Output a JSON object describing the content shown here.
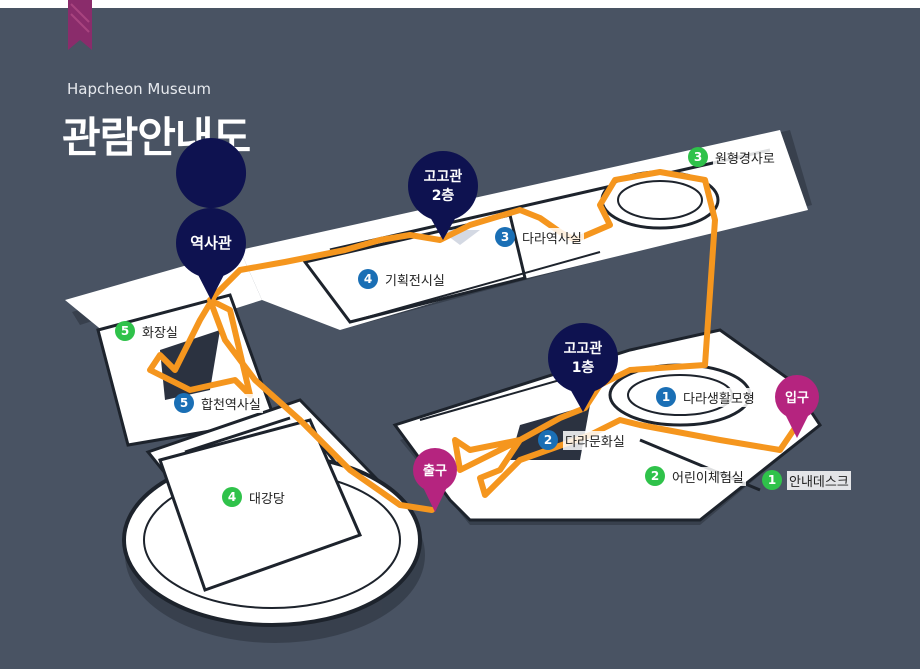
{
  "header": {
    "subtitle": "Hapcheon Museum",
    "title": "관람안내도"
  },
  "colors": {
    "background": "#495363",
    "route": "#f5961e",
    "floor_pin": "#0e1250",
    "entry_pin": "#b5247f",
    "bookmark": "#8a2c6b",
    "badge_blue": "#1a6fb5",
    "badge_green": "#2fc24a"
  },
  "pins": {
    "history_hall": "역사관",
    "gogo_2f_line1": "고고관",
    "gogo_2f_line2": "2층",
    "gogo_1f_line1": "고고관",
    "gogo_1f_line2": "1층",
    "entrance": "입구",
    "exit": "출구"
  },
  "labels": {
    "restroom": {
      "num": "5",
      "text": "화장실",
      "color": "green"
    },
    "hapcheon_history_room": {
      "num": "5",
      "text": "합천역사실",
      "color": "blue"
    },
    "auditorium": {
      "num": "4",
      "text": "대강당",
      "color": "green"
    },
    "special_exhibition_room": {
      "num": "4",
      "text": "기획전시실",
      "color": "blue"
    },
    "dara_history_room": {
      "num": "3",
      "text": "다라역사실",
      "color": "blue"
    },
    "circular_slope": {
      "num": "3",
      "text": "원형경사로",
      "color": "green"
    },
    "dara_culture_room": {
      "num": "2",
      "text": "다라문화실",
      "color": "blue"
    },
    "dara_life_model": {
      "num": "1",
      "text": "다라생활모형",
      "color": "blue"
    },
    "kids_experience_room": {
      "num": "2",
      "text": "어린이체험실",
      "color": "green"
    },
    "info_desk": {
      "num": "1",
      "text": "안내데스크",
      "color": "green"
    }
  }
}
